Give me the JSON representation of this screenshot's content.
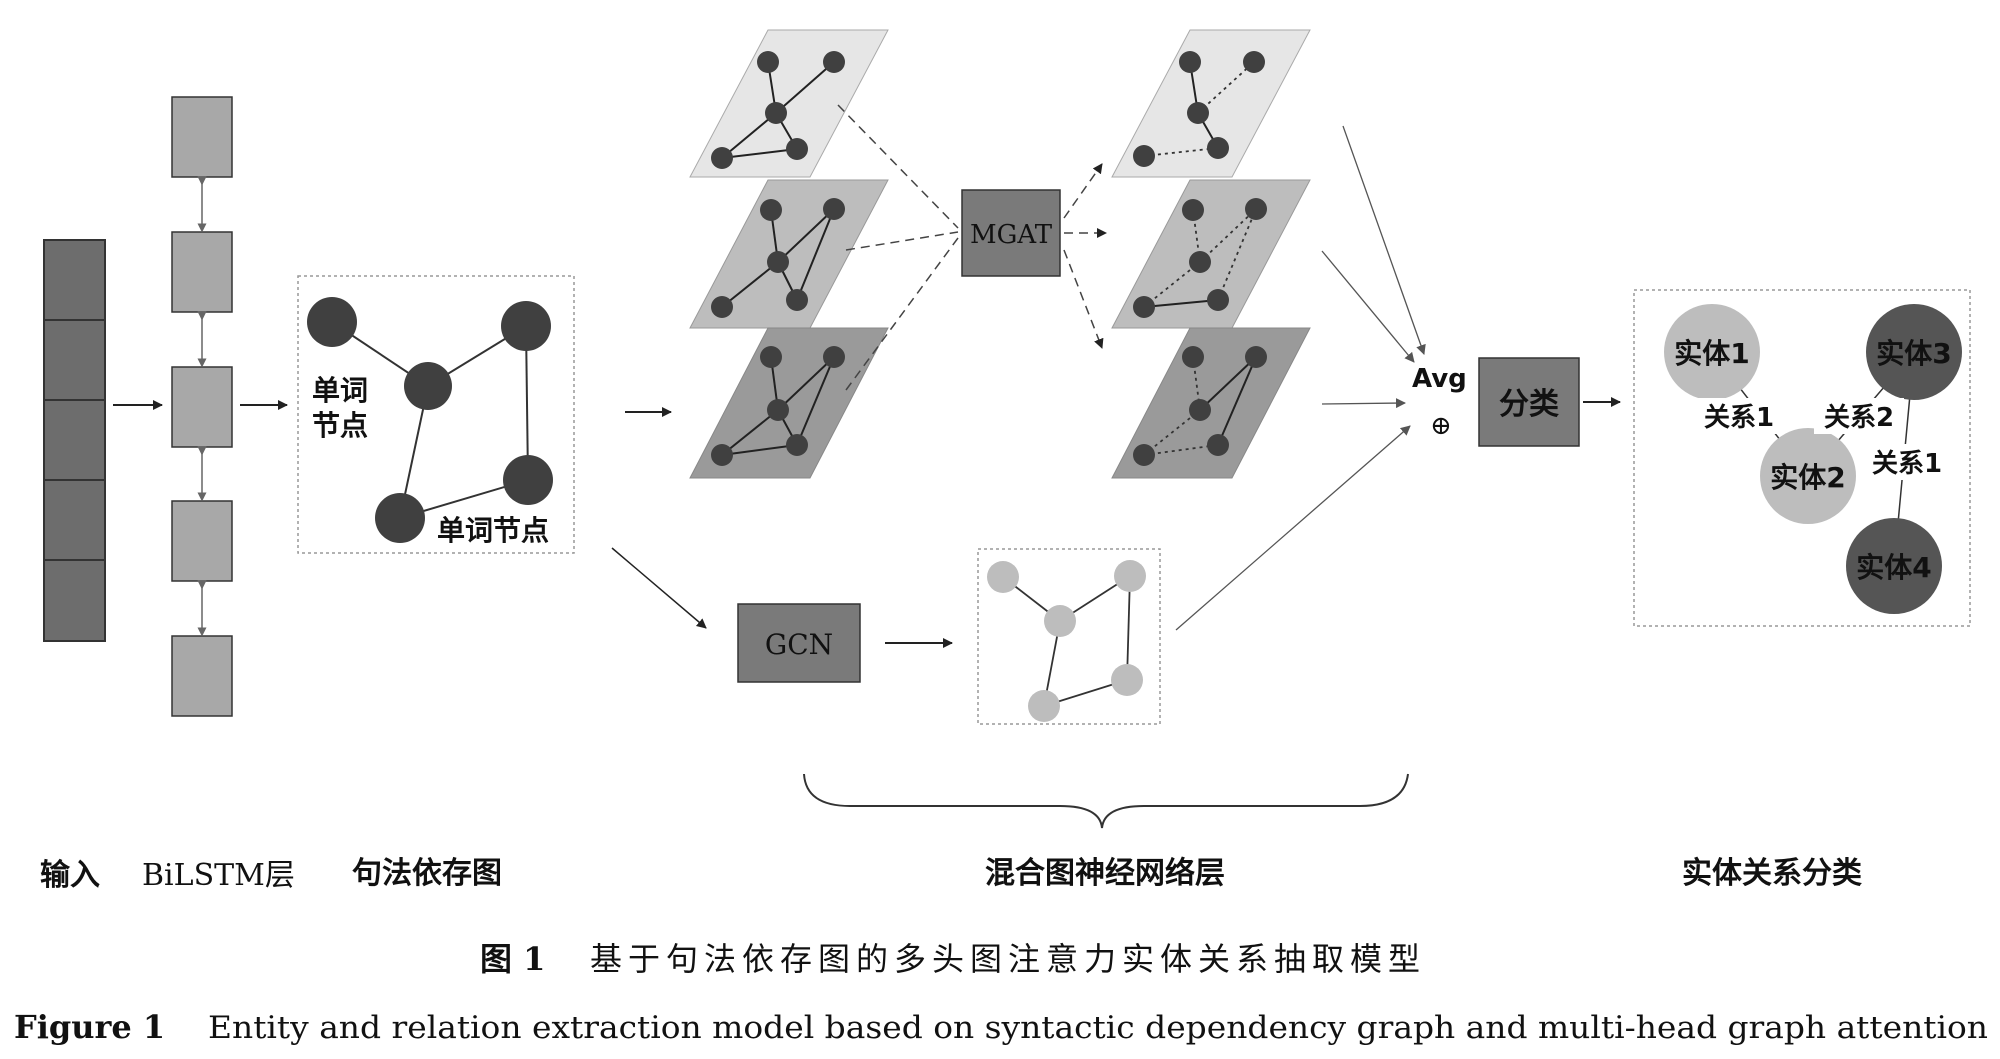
{
  "stages": {
    "input": "输入",
    "bilstm": "BiLSTM层",
    "syntax": "句法依存图",
    "hybrid": "混合图神经网络层",
    "classify": "实体关系分类"
  },
  "syntax_graph": {
    "node_label_a": "单词",
    "node_label_b": "节点",
    "node_label_c": "单词节点"
  },
  "blocks": {
    "mgat": "MGAT",
    "gcn": "GCN",
    "avg": "Avg",
    "plus": "⊕",
    "classify": "分类"
  },
  "result_graph": {
    "entity1": "实体1",
    "entity2": "实体2",
    "entity3": "实体3",
    "entity4": "实体4",
    "rel_a": "关系1",
    "rel_b": "关系2",
    "rel_c": "关系1"
  },
  "caption": {
    "zh_num": "图 1",
    "zh_text": "基于句法依存图的多头图注意力实体关系抽取模型",
    "en_num": "Figure 1",
    "en_text": "Entity and relation extraction model based on syntactic dependency graph and multi-head graph attention"
  },
  "colors": {
    "dark_node": "#404040",
    "mid_box": "#7a7a7a",
    "light_box": "#a8a8a8",
    "plane_light": "#e6e6e6",
    "plane_mid": "#bdbdbd",
    "plane_dark": "#9a9a9a",
    "light_node": "#bdbdbd"
  }
}
